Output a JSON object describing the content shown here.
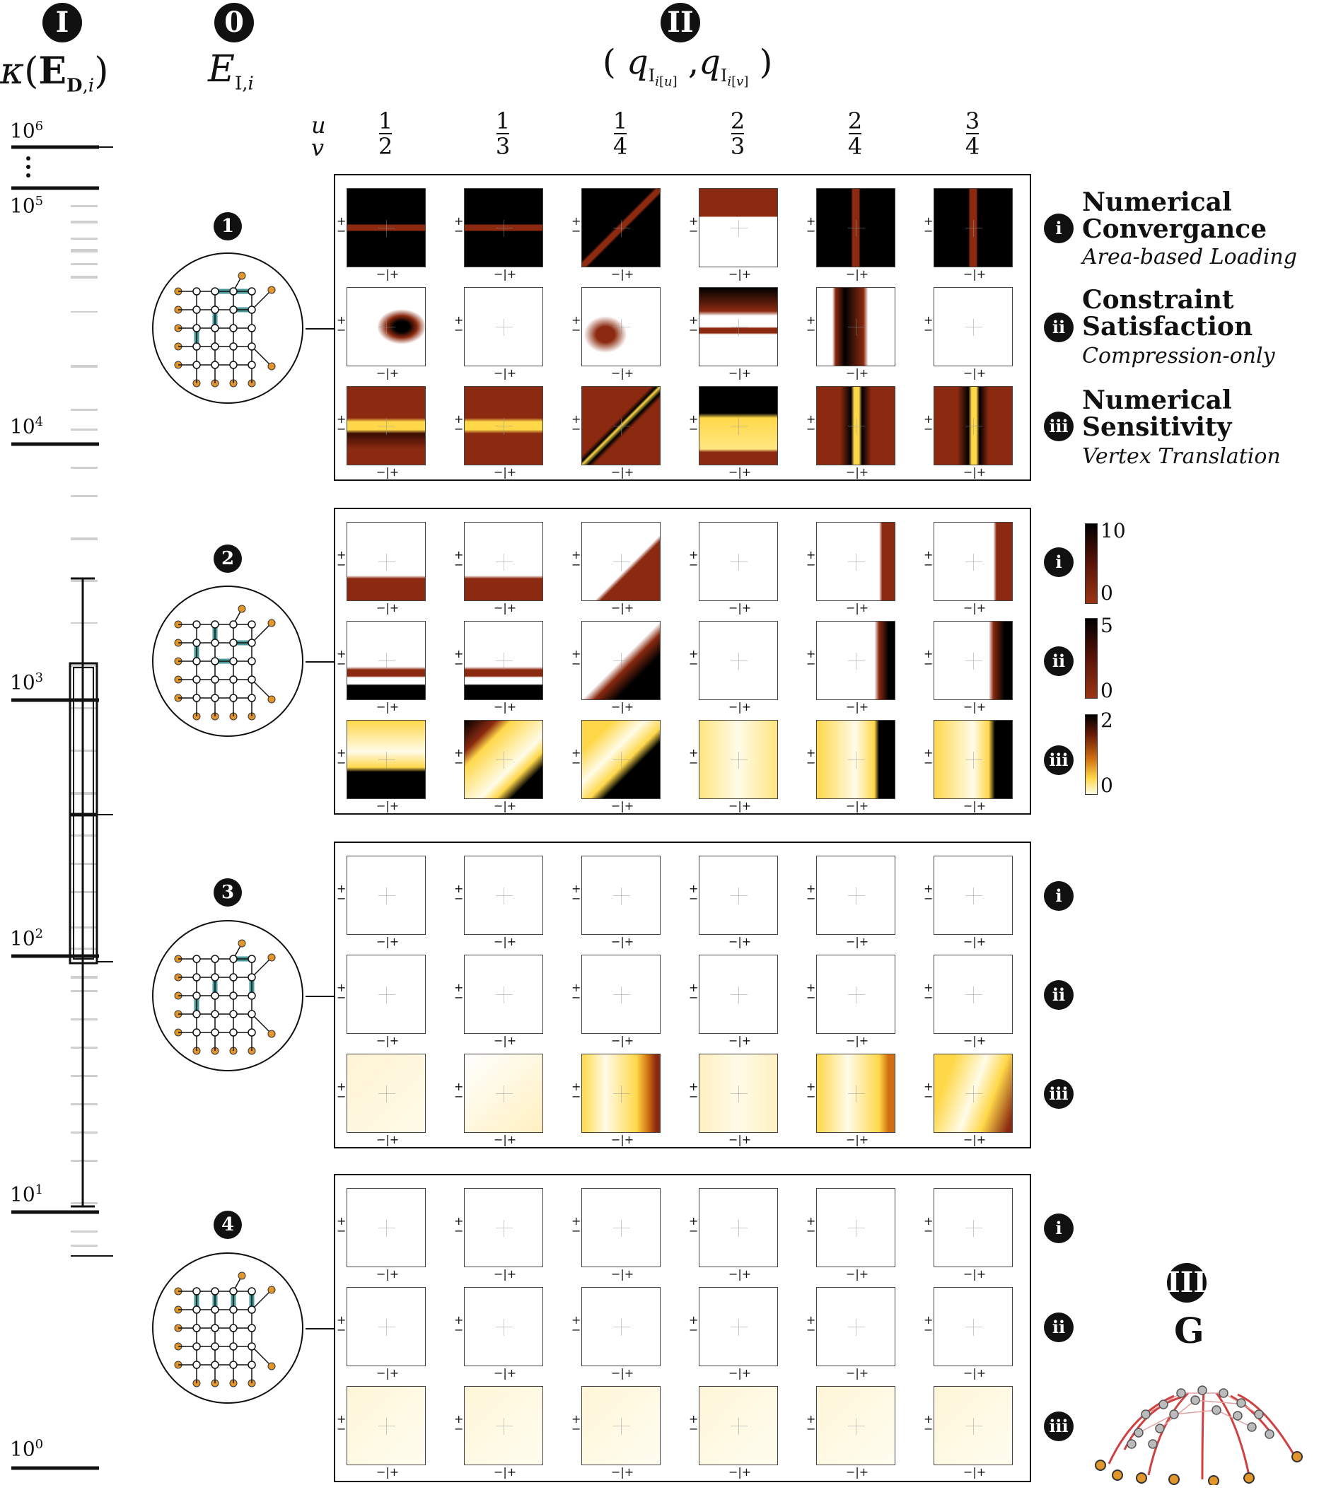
{
  "headers": {
    "col_I": {
      "badge": "I",
      "label": "κ(E_D,i)"
    },
    "col_0": {
      "badge": "0",
      "label": "E_I,i"
    },
    "col_II": {
      "badge": "II",
      "label": "(q_I_i[u] , q_I_i[v] )"
    },
    "col_III": {
      "badge": "III",
      "label": "G"
    }
  },
  "scale_ticks": [
    "10^6",
    "10^5",
    "10^4",
    "10^3",
    "10^2",
    "10^1",
    "10^0"
  ],
  "uv_labels": {
    "u": "u",
    "v": "v"
  },
  "column_pairs": [
    {
      "u": "1",
      "v": "2"
    },
    {
      "u": "1",
      "v": "3"
    },
    {
      "u": "1",
      "v": "4"
    },
    {
      "u": "2",
      "v": "3"
    },
    {
      "u": "2",
      "v": "4"
    },
    {
      "u": "3",
      "v": "4"
    }
  ],
  "configs": [
    "1",
    "2",
    "3",
    "4"
  ],
  "row_badges": [
    "i",
    "ii",
    "iii"
  ],
  "legend": [
    {
      "badge": "i",
      "title1": "Numerical",
      "title2": "Convergance",
      "subtitle": "Area-based Loading"
    },
    {
      "badge": "ii",
      "title1": "Constraint",
      "title2": "Satisfaction",
      "subtitle": "Compression-only"
    },
    {
      "badge": "iii",
      "title1": "Numerical",
      "title2": "Sensitivity",
      "subtitle": "Vertex Translation"
    }
  ],
  "colorbars": [
    {
      "max": "10",
      "min": "0"
    },
    {
      "max": "5",
      "min": "0"
    },
    {
      "max": "2",
      "min": "0"
    }
  ],
  "tick_signs": {
    "plus": "+",
    "minus": "−"
  },
  "colors": {
    "accent_teal": "#4a9a9a",
    "node_orange": "#e0962a",
    "dark_red": "#8b2a10",
    "yellow": "#ffd84a"
  }
}
